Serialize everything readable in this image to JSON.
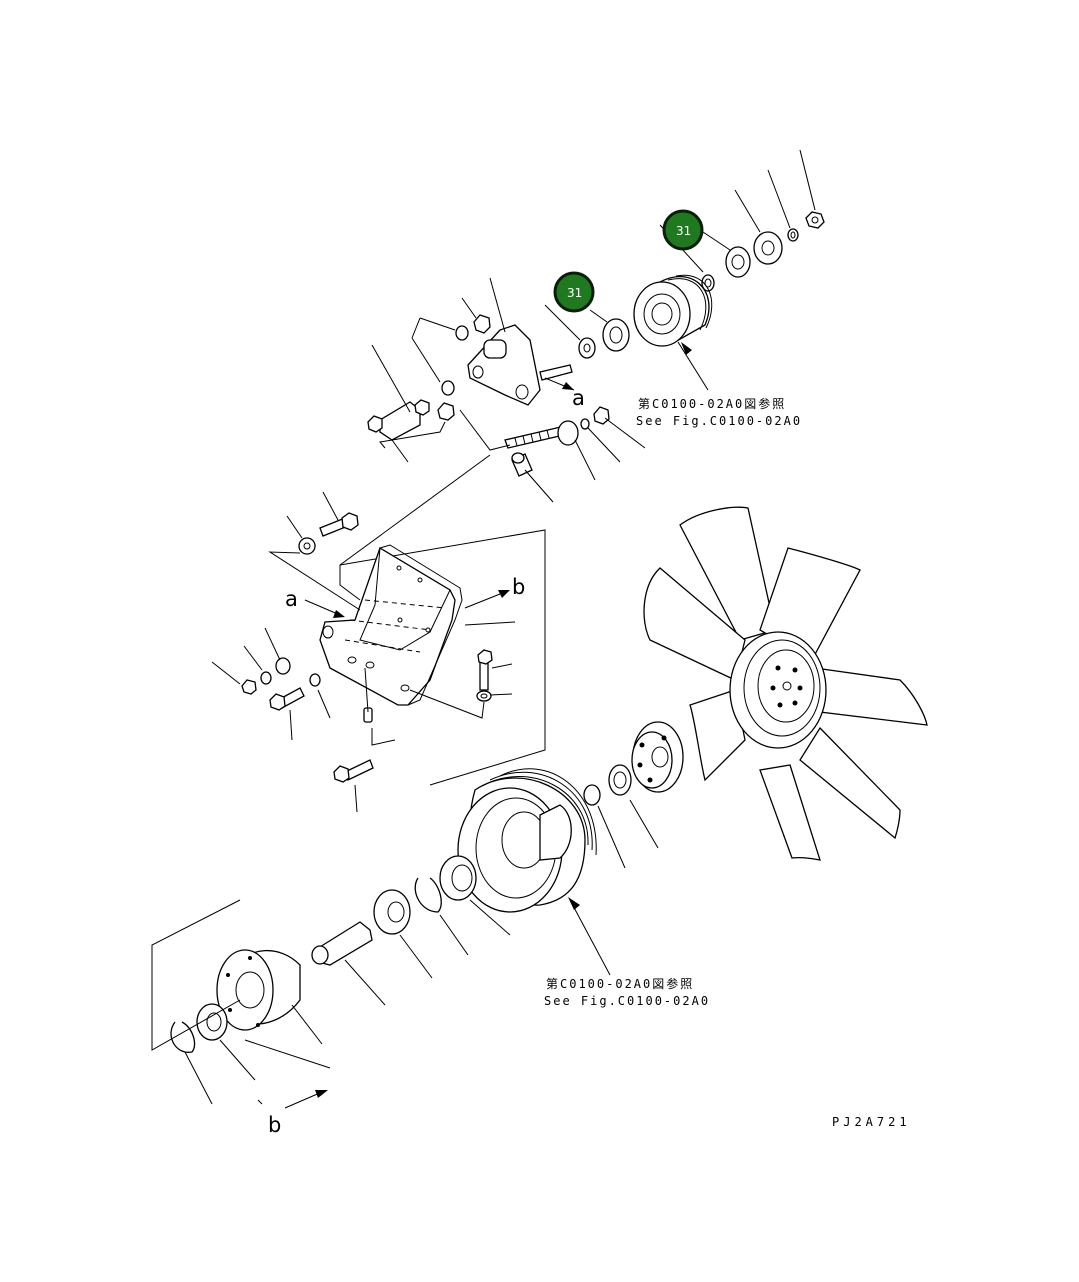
{
  "callouts": [
    {
      "label": "31",
      "part": "fan-pulley-nut"
    },
    {
      "label": "31",
      "part": "idler-pulley-nut"
    }
  ],
  "references": [
    {
      "line1": "第C0100-02A0図参照",
      "line2": "See Fig.C0100-02A0"
    },
    {
      "line1": "第C0100-02A0図参照",
      "line2": "See Fig.C0100-02A0"
    }
  ],
  "view_labels": {
    "a_top": "a",
    "a_left": "a",
    "b_right": "b",
    "b_bottom": "b"
  },
  "drawing_code": "PJ2A721",
  "colors": {
    "callout_fill": "#1f7a1f",
    "callout_border": "#0b1e0b",
    "line": "#000000"
  }
}
